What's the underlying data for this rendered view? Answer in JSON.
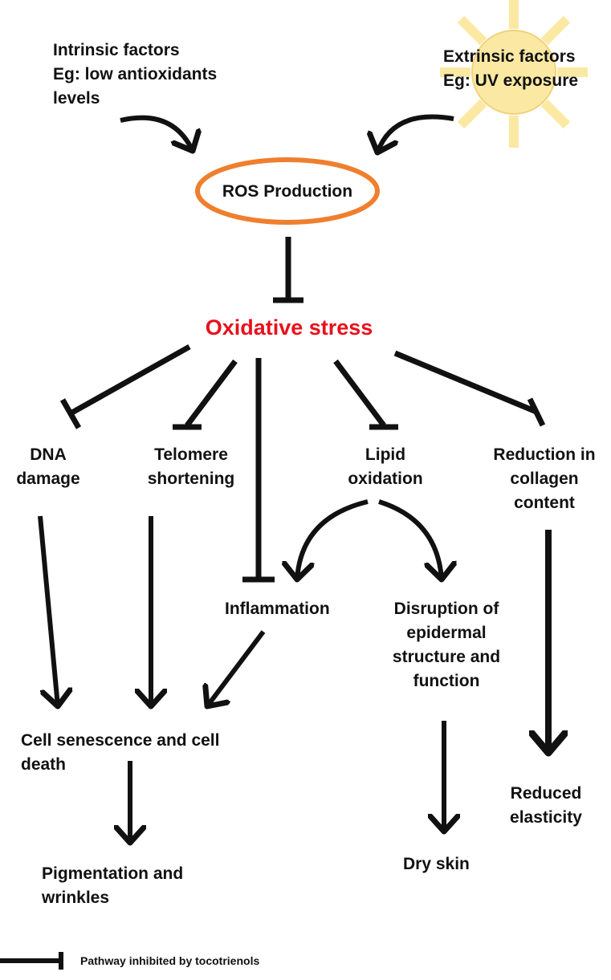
{
  "nodes": {
    "intrinsic": [
      "Intrinsic factors",
      "Eg: low antioxidants",
      "levels"
    ],
    "extrinsic": [
      "Extrinsic factors",
      "Eg: UV exposure"
    ],
    "ros": "ROS Production",
    "oxidative_stress": "Oxidative stress",
    "dna_damage": [
      "DNA",
      "damage"
    ],
    "telomere": [
      "Telomere",
      "shortening"
    ],
    "lipid": [
      "Lipid",
      "oxidation"
    ],
    "collagen": [
      "Reduction in",
      "collagen",
      "content"
    ],
    "inflammation": "Inflammation",
    "epidermal": [
      "Disruption of",
      "epidermal",
      "structure and",
      "function"
    ],
    "senescence": [
      "Cell senescence and cell",
      "death"
    ],
    "pigmentation": [
      "Pigmentation and",
      "wrinkles"
    ],
    "dry_skin": "Dry skin",
    "elasticity": [
      "Reduced",
      "elasticity"
    ]
  },
  "legend": {
    "label": "Pathway inhibited by tocotrienols"
  },
  "colors": {
    "text": "#111111",
    "oxidative_stress": "#e8101c",
    "ros_outline": "#ef7f2e",
    "sun": "#fbe9a3",
    "line": "#111111"
  },
  "icons": {
    "sun": "sun-icon"
  }
}
